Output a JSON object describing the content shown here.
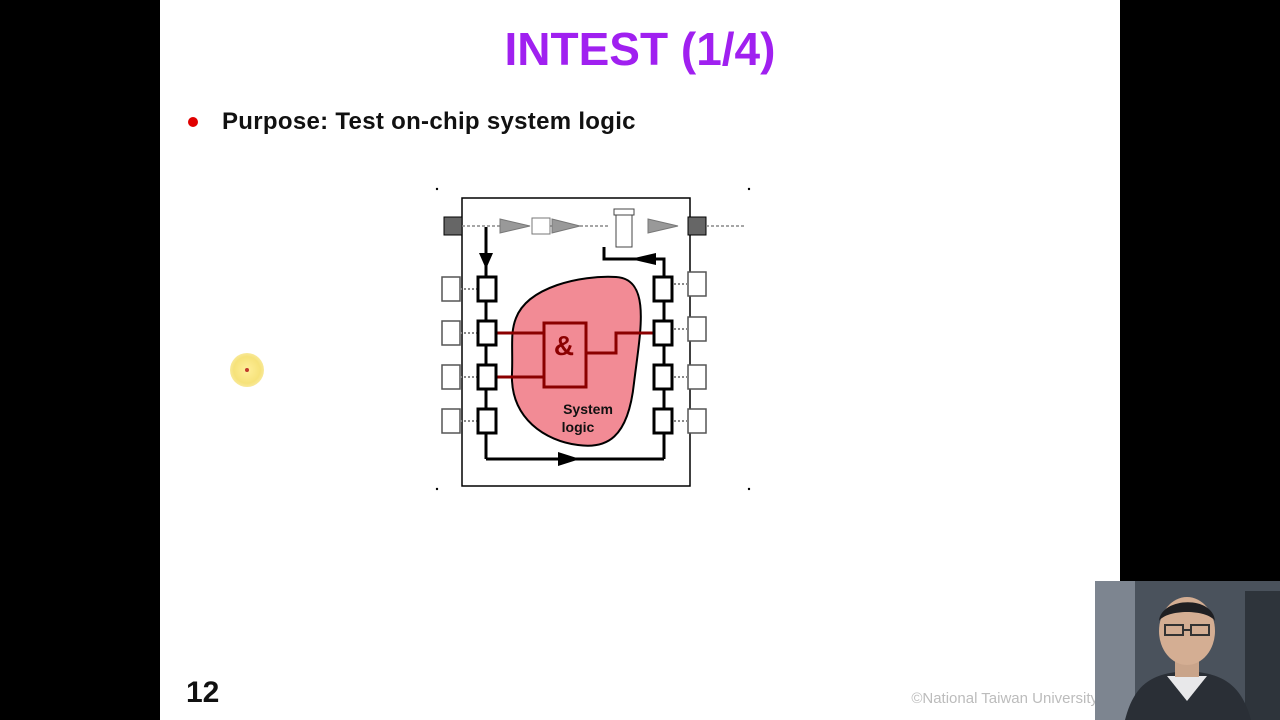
{
  "slide": {
    "title": "INTEST (1/4)",
    "bullet": "Purpose: Test on-chip system logic",
    "page_number": "12",
    "copyright": "©National Taiwan University"
  },
  "diagram": {
    "and_gate_symbol": "&",
    "system_logic_line1": "System",
    "system_logic_line2": "logic"
  },
  "colors": {
    "title": "#a020f0",
    "bullet_dot": "#e00000",
    "system_logic_fill": "#f28b95",
    "logic_wire": "#8b0000"
  },
  "icons": {
    "pointer": "laser-pointer-icon",
    "presenter": "presenter-webcam-feed"
  }
}
